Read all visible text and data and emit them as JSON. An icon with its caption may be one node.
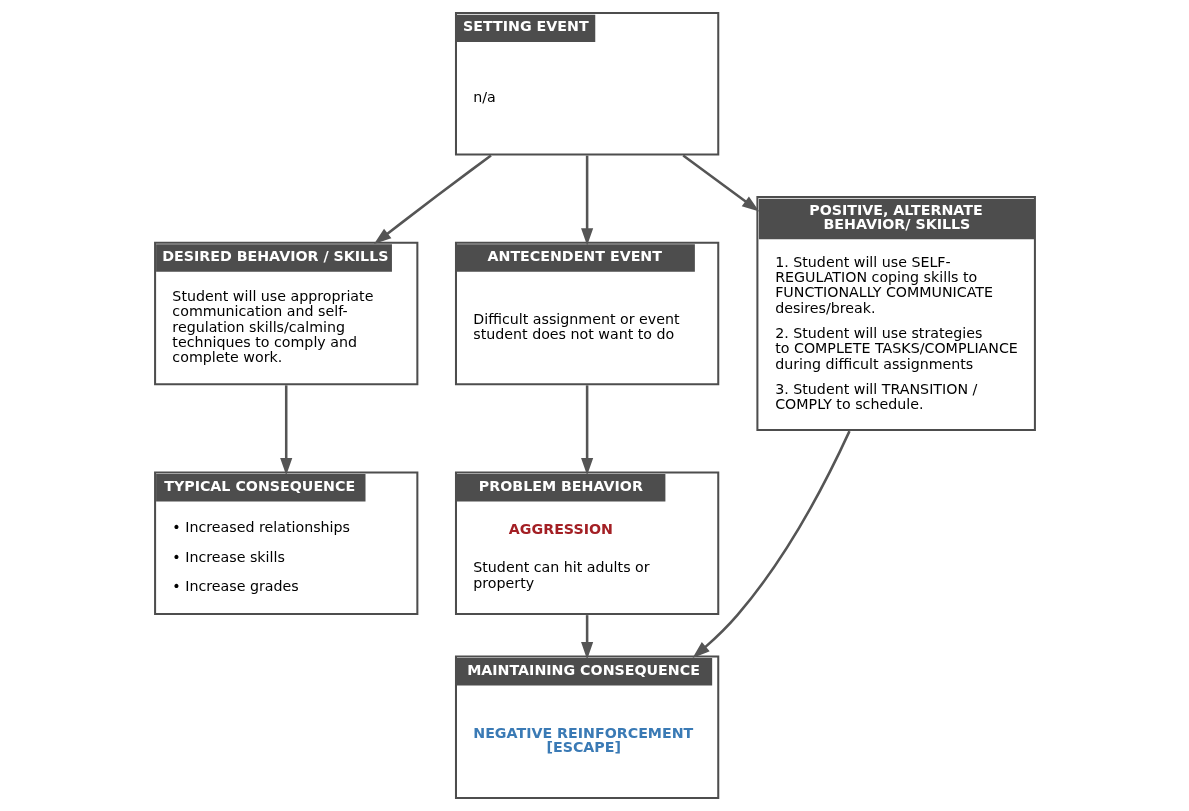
{
  "diagram": {
    "nodes": [
      {
        "text": [
          "SETTING EVENT",
          "n/a"
        ]
      },
      {
        "text": [
          "DESIRED BEHAVIOR / SKILLS",
          "Student will use appropriate communication and self-regulation skills/calming techniques to comply and complete work."
        ]
      },
      {
        "text": [
          "ANTECENDENT EVENT",
          "Difficult assignment or event student does not want to do"
        ]
      },
      {
        "text": [
          "POSITIVE, ALTERNATE BEHAVIOR/ SKILLS",
          "1. Student will use SELF-REGULATION coping skills to FUNCTIONALLY COMMUNICATE desires/break.",
          "2. Student will use strategies to COMPLETE TASKS/COMPLIANCE during difficult assignments",
          "3. Student will TRANSITION / COMPLY to schedule."
        ]
      },
      {
        "text": [
          "TYPICAL CONSEQUENCE",
          "• Increased relationships",
          "• Increase skills",
          "• Increase grades"
        ]
      },
      {
        "text": [
          "PROBLEM BEHAVIOR",
          "AGGRESSION",
          "Student can hit adults or property"
        ]
      },
      {
        "text": [
          "MAINTAINING CONSEQUENCE",
          "NEGATIVE REINFORCEMENT [ESCAPE]"
        ]
      }
    ],
    "edges": [
      {
        "from": 0,
        "to": 1,
        "arrow": "to"
      },
      {
        "from": 0,
        "to": 2,
        "arrow": "to"
      },
      {
        "from": 0,
        "to": 3,
        "arrow": "to"
      },
      {
        "from": 1,
        "to": 4,
        "arrow": "to"
      },
      {
        "from": 2,
        "to": 5,
        "arrow": "to"
      },
      {
        "from": 5,
        "to": 6,
        "arrow": "to"
      },
      {
        "from": 3,
        "to": 6,
        "arrow": "to"
      }
    ]
  }
}
